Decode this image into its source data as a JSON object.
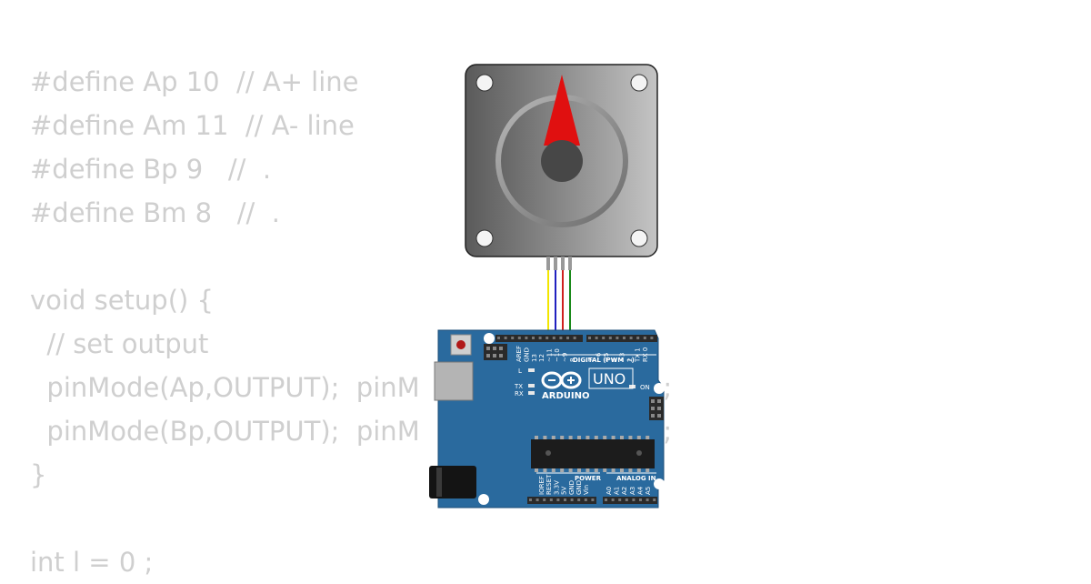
{
  "code": {
    "lines": [
      "#define Ap 10  // A+ line",
      "#define Am 11  // A- line",
      "#define Bp 9   //  .",
      "#define Bm 8   //  .",
      "",
      "void setup() {",
      "  // set output",
      "  pinMode(Ap,OUTPUT);  pinM",
      "  pinMode(Bp,OUTPUT);  pinM",
      "}",
      "",
      "int l = 0 ;"
    ],
    "line7_tail": ");",
    "line8_tail": ");"
  },
  "arduino": {
    "brand": "ARDUINO",
    "model": "UNO",
    "digital_label": "DIGITAL (PWM ~)",
    "power_label": "POWER",
    "analog_label": "ANALOG IN",
    "on_label": "ON",
    "l_label": "L",
    "tx_label": "TX",
    "rx_label": "RX",
    "top_header_pins": [
      "AREF",
      "GND",
      "13",
      "12",
      "~11",
      "~10",
      "~9",
      "8",
      "7",
      "~6",
      "~5",
      "4",
      "~3",
      "2",
      "TX 1",
      "RX 0"
    ],
    "power_pins": [
      "IOREF",
      "RESET",
      "3.3V",
      "5V",
      "GND",
      "GND",
      "Vin"
    ],
    "analog_pins": [
      "A0",
      "A1",
      "A2",
      "A3",
      "A4",
      "A5"
    ],
    "board_color": "#2a6a9e"
  },
  "wires": {
    "colors": [
      "#f2e600",
      "#2020c0",
      "#d02020",
      "#1a8a1a"
    ]
  },
  "stepper": {
    "indicator_color": "#e01010"
  }
}
